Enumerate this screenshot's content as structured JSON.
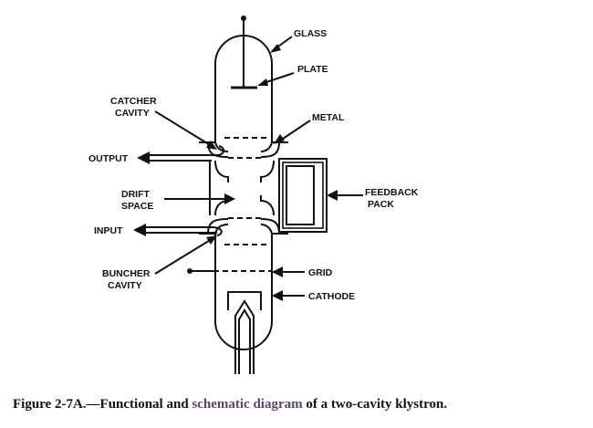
{
  "labels": {
    "glass": "GLASS",
    "plate": "PLATE",
    "catcher_cavity_line1": "CATCHER",
    "catcher_cavity_line2": "CAVITY",
    "metal": "METAL",
    "output": "OUTPUT",
    "drift_space_line1": "DRIFT",
    "drift_space_line2": "SPACE",
    "feedback_pack_line1": "FEEDBACK",
    "feedback_pack_line2": "PACK",
    "input": "INPUT",
    "buncher_cavity_line1": "BUNCHER",
    "buncher_cavity_line2": "CAVITY",
    "grid": "GRID",
    "cathode": "CATHODE"
  },
  "caption": {
    "part1": "Figure 2-7A.—Functional and ",
    "part2": "schematic diagram",
    "part3": " of a two-cavity klystron."
  }
}
